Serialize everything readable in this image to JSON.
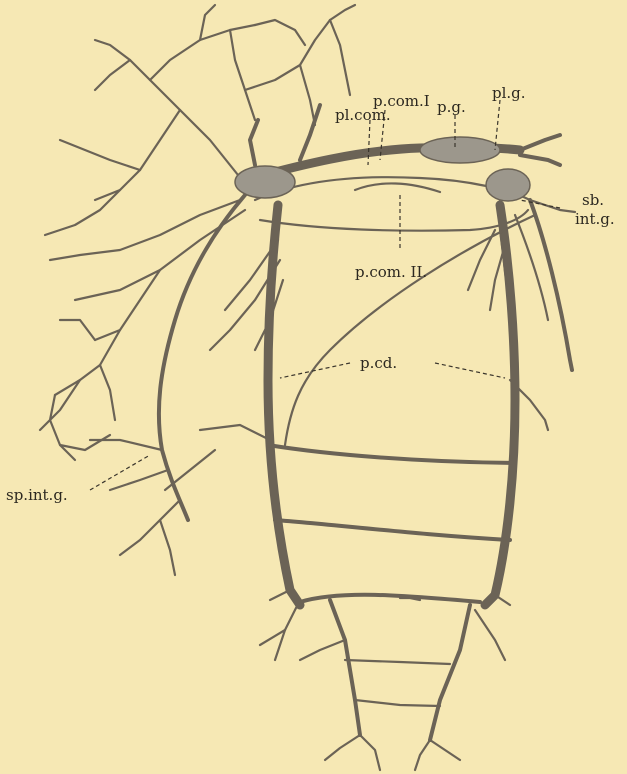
{
  "labels": {
    "p_com_1": "p.com.I",
    "pl_com": "pl.com.",
    "p_g": "p.g.",
    "pl_g": "pl.g.",
    "sb_int_g_1": "sb.",
    "sb_int_g_2": "int.g.",
    "p_com_2": "p.com. II.",
    "p_cd": "p.cd.",
    "sp_int_g": "sp.int.g."
  },
  "colors": {
    "background": "#f6e8b4",
    "nerve": "#6b6356",
    "ganglion": "#9c978c",
    "label": "#2c2820"
  }
}
